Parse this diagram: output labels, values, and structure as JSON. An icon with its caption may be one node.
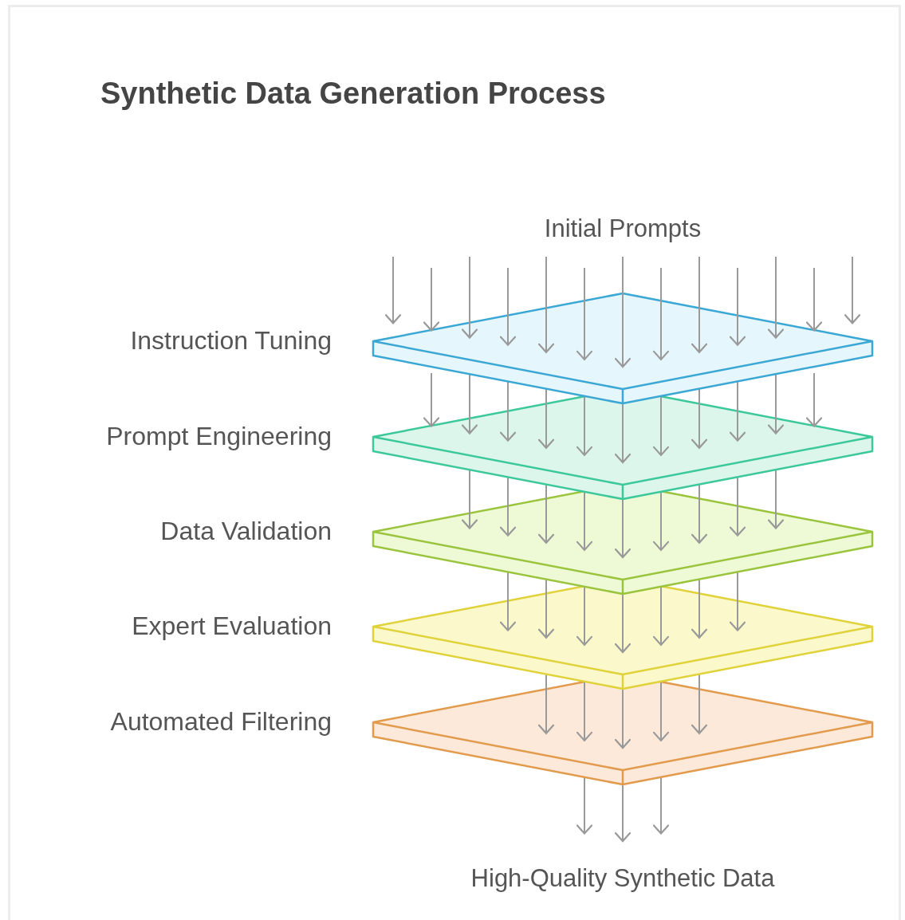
{
  "diagram": {
    "title": "Synthetic Data Generation Process",
    "nodes": [
      {
        "text": [
          "Initial Prompts"
        ]
      },
      {
        "text": [
          "Instruction Tuning"
        ]
      },
      {
        "text": [
          "Prompt Engineering"
        ]
      },
      {
        "text": [
          "Data Validation"
        ]
      },
      {
        "text": [
          "Expert Evaluation"
        ]
      },
      {
        "text": [
          "Automated Filtering"
        ]
      },
      {
        "text": [
          "High-Quality Synthetic Data"
        ]
      }
    ],
    "edges": [
      {
        "from": null,
        "to": 1,
        "arrow": "to"
      },
      {
        "from": null,
        "to": 1,
        "arrow": "to"
      },
      {
        "from": null,
        "to": 1,
        "arrow": "to"
      },
      {
        "from": 0,
        "to": 1,
        "arrow": "to"
      },
      {
        "from": 0,
        "to": 1,
        "arrow": "to"
      },
      {
        "from": 0,
        "to": 1,
        "arrow": "to"
      },
      {
        "from": 0,
        "to": 1,
        "arrow": "to"
      },
      {
        "from": 0,
        "to": 1,
        "arrow": "to"
      },
      {
        "from": 0,
        "to": 1,
        "arrow": "to"
      },
      {
        "from": 0,
        "to": 1,
        "arrow": "to"
      },
      {
        "from": null,
        "to": 1,
        "arrow": "to"
      },
      {
        "from": null,
        "to": 1,
        "arrow": "to"
      },
      {
        "from": null,
        "to": 1,
        "arrow": "to"
      },
      {
        "from": 1,
        "to": 2,
        "arrow": "to"
      },
      {
        "from": 1,
        "to": 2,
        "arrow": "to"
      },
      {
        "from": 1,
        "to": 2,
        "arrow": "to"
      },
      {
        "from": 1,
        "to": 2,
        "arrow": "to"
      },
      {
        "from": 1,
        "to": 2,
        "arrow": "to"
      },
      {
        "from": 1,
        "to": 2,
        "arrow": "to"
      },
      {
        "from": 1,
        "to": 2,
        "arrow": "to"
      },
      {
        "from": 1,
        "to": 2,
        "arrow": "to"
      },
      {
        "from": 1,
        "to": 2,
        "arrow": "to"
      },
      {
        "from": 1,
        "to": 2,
        "arrow": "to"
      },
      {
        "from": 1,
        "to": 2,
        "arrow": "to"
      },
      {
        "from": 2,
        "to": 3,
        "arrow": "to"
      },
      {
        "from": 2,
        "to": 3,
        "arrow": "to"
      },
      {
        "from": 2,
        "to": 3,
        "arrow": "to"
      },
      {
        "from": 2,
        "to": 3,
        "arrow": "to"
      },
      {
        "from": 2,
        "to": 3,
        "arrow": "to"
      },
      {
        "from": 2,
        "to": 3,
        "arrow": "to"
      },
      {
        "from": 2,
        "to": 3,
        "arrow": "to"
      },
      {
        "from": 2,
        "to": 3,
        "arrow": "to"
      },
      {
        "from": 2,
        "to": 3,
        "arrow": "to"
      },
      {
        "from": 3,
        "to": 4,
        "arrow": "to"
      },
      {
        "from": 3,
        "to": 4,
        "arrow": "to"
      },
      {
        "from": 3,
        "to": 4,
        "arrow": "to"
      },
      {
        "from": 3,
        "to": 4,
        "arrow": "to"
      },
      {
        "from": 3,
        "to": 4,
        "arrow": "to"
      },
      {
        "from": 3,
        "to": 4,
        "arrow": "to"
      },
      {
        "from": 3,
        "to": 4,
        "arrow": "to"
      },
      {
        "from": 4,
        "to": 5,
        "arrow": "to"
      },
      {
        "from": 4,
        "to": 5,
        "arrow": "to"
      },
      {
        "from": 4,
        "to": 5,
        "arrow": "to"
      },
      {
        "from": 4,
        "to": 5,
        "arrow": "to"
      },
      {
        "from": 4,
        "to": 5,
        "arrow": "to"
      },
      {
        "from": 5,
        "to": 6,
        "arrow": "to"
      },
      {
        "from": 5,
        "to": 6,
        "arrow": "to"
      },
      {
        "from": 5,
        "to": 6,
        "arrow": "to"
      }
    ]
  }
}
